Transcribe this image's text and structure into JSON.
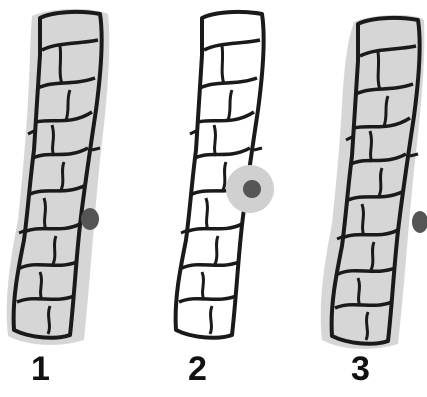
{
  "figure": {
    "panels": [
      {
        "label": "1",
        "halo": true,
        "nodule": "small-grey"
      },
      {
        "label": "2",
        "halo": false,
        "nodule": "large-ringed"
      },
      {
        "label": "3",
        "halo": true,
        "nodule": "small-grey"
      }
    ]
  },
  "colors": {
    "outline": "#1a1a1a",
    "halo": "#d6d6d6",
    "nodule": "#555555",
    "nodule_ring": "#d0d0d0",
    "background": "#ffffff"
  }
}
